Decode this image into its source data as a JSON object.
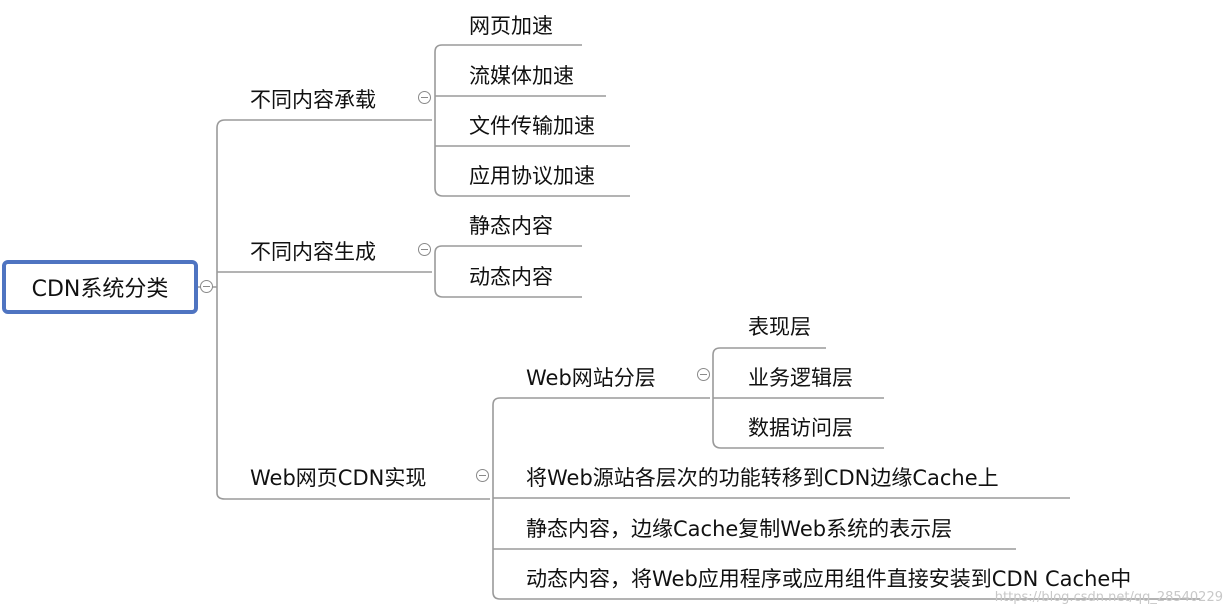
{
  "root": {
    "label": "CDN系统分类"
  },
  "branches": [
    {
      "label": "不同内容承载",
      "children": [
        "网页加速",
        "流媒体加速",
        "文件传输加速",
        "应用协议加速"
      ]
    },
    {
      "label": "不同内容生成",
      "children": [
        "静态内容",
        "动态内容"
      ]
    },
    {
      "label": "Web网页CDN实现",
      "children": [
        {
          "label": "Web网站分层",
          "children": [
            "表现层",
            "业务逻辑层",
            "数据访问层"
          ]
        },
        "将Web源站各层次的功能转移到CDN边缘Cache上",
        "静态内容，边缘Cache复制Web系统的表示层",
        "动态内容，将Web应用程序或应用组件直接安装到CDN Cache中"
      ]
    }
  ],
  "watermark": "https://blog.csdn.net/qq_28540229",
  "colors": {
    "line": "#9a9a9a",
    "root_border": "#4f74c1",
    "toggle": "#8a8a8a"
  }
}
